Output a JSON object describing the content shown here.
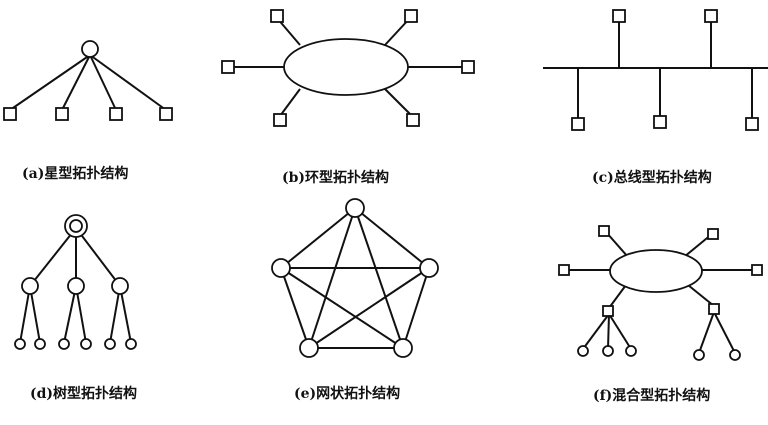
{
  "captions": {
    "a": "(a)星型拓扑结构",
    "b": "(b)环型拓扑结构",
    "c": "(c)总线型拓扑结构",
    "d": "(d)树型拓扑结构",
    "e": "(e)网状拓扑结构",
    "f": "(f)混合型拓扑结构"
  }
}
